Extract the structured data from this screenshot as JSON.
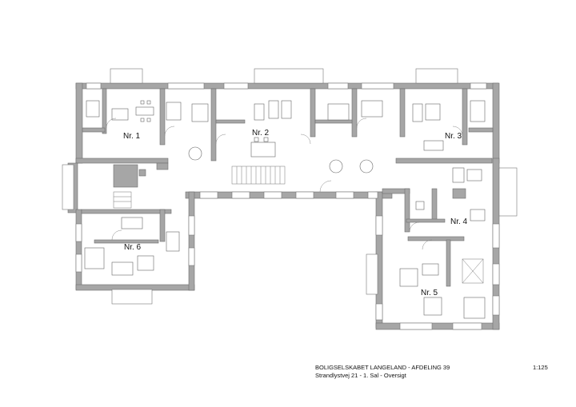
{
  "apartments": [
    {
      "id": "nr1",
      "label": "Nr. 1"
    },
    {
      "id": "nr2",
      "label": "Nr. 2"
    },
    {
      "id": "nr3",
      "label": "Nr. 3"
    },
    {
      "id": "nr4",
      "label": "Nr. 4"
    },
    {
      "id": "nr5",
      "label": "Nr. 5"
    },
    {
      "id": "nr6",
      "label": "Nr. 6"
    }
  ],
  "title_block": {
    "line1": "BOLIGSELSKABET LANGELAND - AFDELING 39",
    "line2": "Strandlystvej 21 - 1. Sal - Oversigt",
    "scale": "1:125"
  }
}
